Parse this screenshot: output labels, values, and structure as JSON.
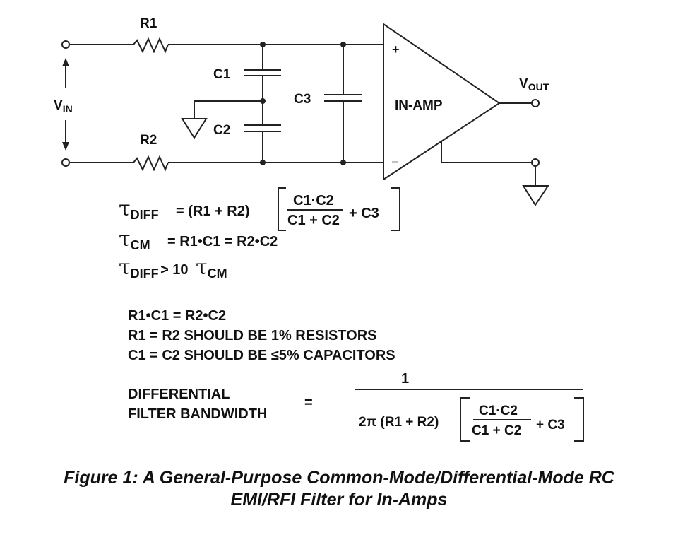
{
  "schematic": {
    "labels": {
      "r1": "R1",
      "r2": "R2",
      "c1": "C1",
      "c2": "C2",
      "c3": "C3",
      "vin_main": "V",
      "vin_sub": "IN",
      "vout_main": "V",
      "vout_sub": "OUT",
      "amp": "IN-AMP",
      "plus": "+",
      "minus": "–"
    }
  },
  "equations": {
    "tau_symbol": "τ",
    "diff_sub": "DIFF",
    "cm_sub": "CM",
    "eq1_prefix": "= (R1 + R2)",
    "frac_num": "C1·C2",
    "frac_den": "C1 + C2",
    "plus_c3": "+ C3",
    "eq2_rest": "= R1•C1 = R2•C2",
    "eq3_mid": "> 10"
  },
  "notes": [
    "R1•C1 = R2•C2",
    "R1 = R2 SHOULD BE 1% RESISTORS",
    "C1 = C2 SHOULD BE ≤5% CAPACITORS"
  ],
  "bandwidth": {
    "label_line1": "DIFFERENTIAL",
    "label_line2": "FILTER BANDWIDTH",
    "equals": "=",
    "numerator": "1",
    "den_prefix": "2π (R1 + R2)",
    "frac_num": "C1·C2",
    "frac_den": "C1 + C2",
    "plus_c3": "+ C3"
  },
  "caption": {
    "line1": "Figure 1: A General-Purpose Common-Mode/Differential-Mode RC",
    "line2": "EMI/RFI Filter for In-Amps"
  }
}
